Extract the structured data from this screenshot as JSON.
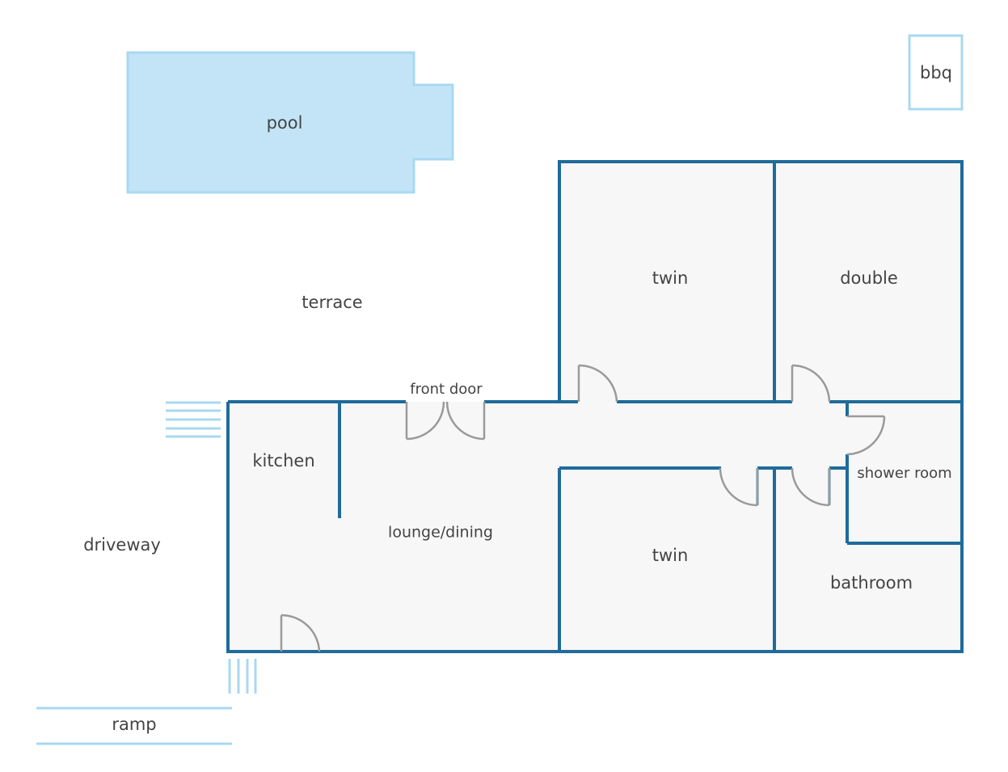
{
  "labels": {
    "pool": "pool",
    "bbq": "bbq",
    "terrace": "terrace",
    "twin_top": "twin",
    "double": "double",
    "front_door": "front door",
    "kitchen": "kitchen",
    "lounge_dining": "lounge/dining",
    "shower_room": "shower room",
    "twin_bottom": "twin",
    "bathroom": "bathroom",
    "driveway": "driveway",
    "ramp": "ramp"
  },
  "colors": {
    "wall": "#1f6b9a",
    "pool_fill": "#c3e4f7",
    "pool_stroke": "#a9d8f1",
    "floor": "#f7f7f7",
    "door": "#9a9a9a",
    "text": "#444444"
  }
}
